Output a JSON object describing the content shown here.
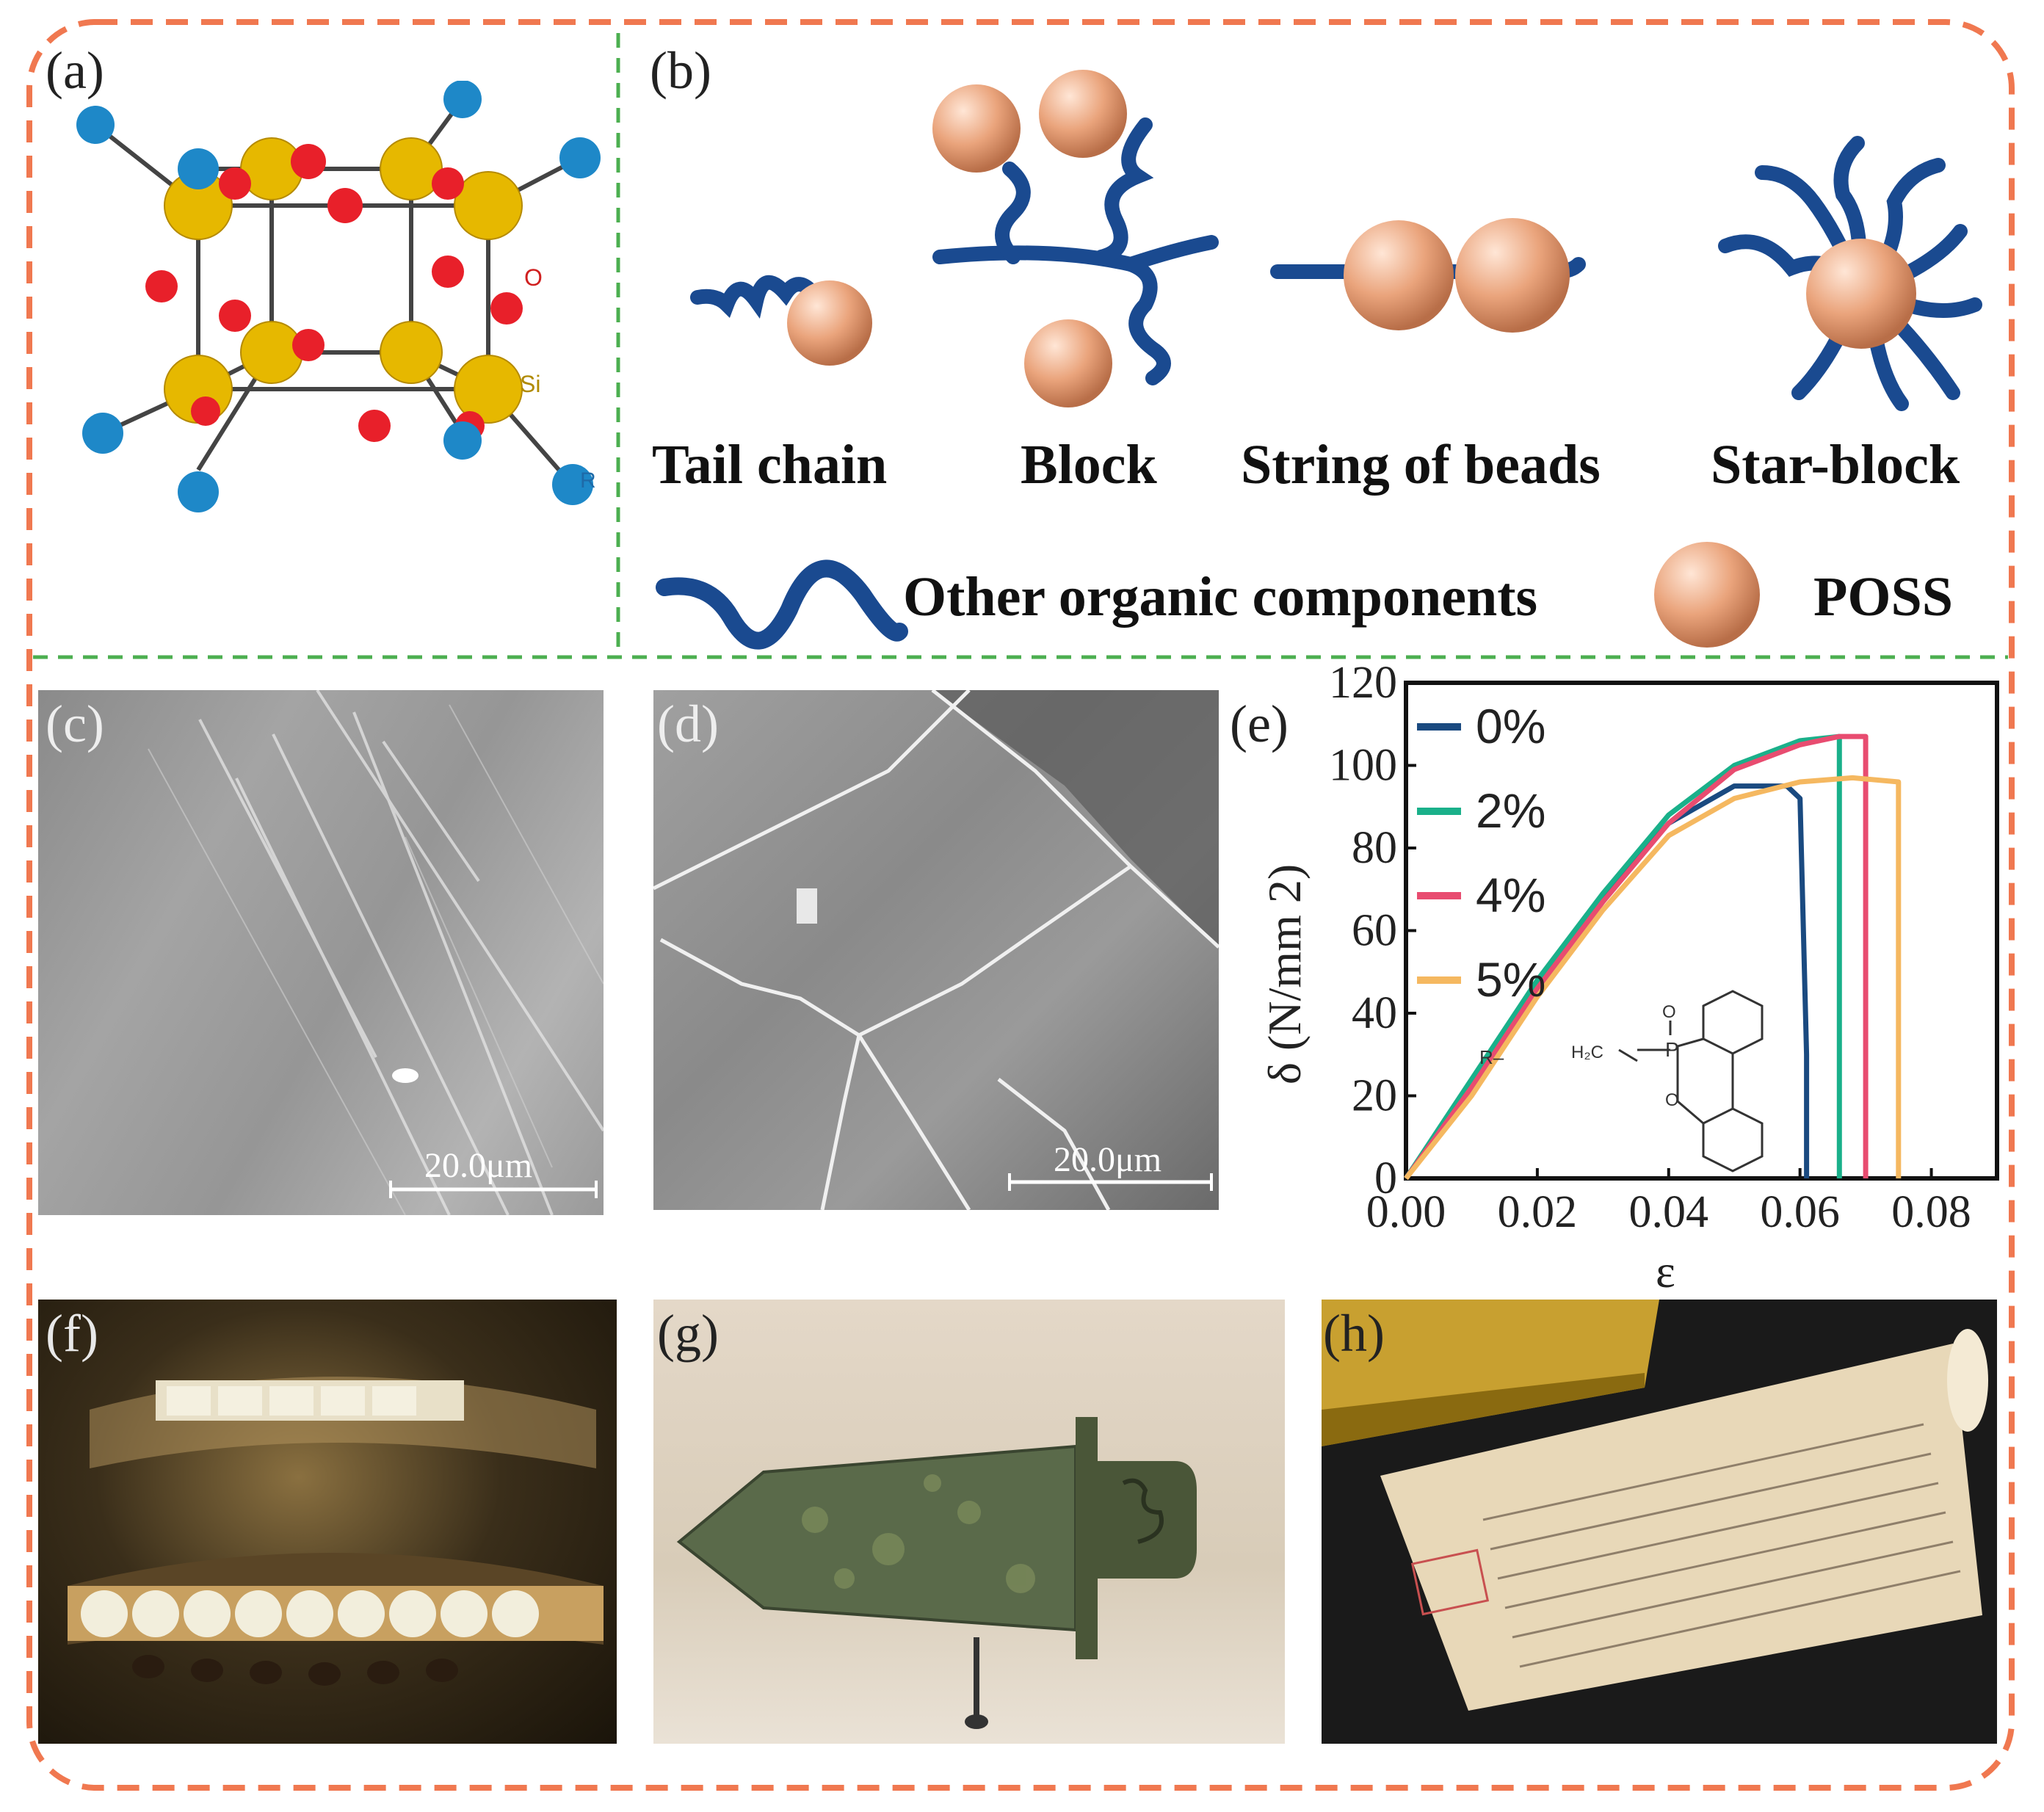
{
  "labels": {
    "a": "(a)",
    "b": "(b)",
    "c": "(c)",
    "d": "(d)",
    "e": "(e)",
    "f": "(f)",
    "g": "(g)",
    "h": "(h)"
  },
  "molecule": {
    "o": "O",
    "si": "Si",
    "r": "R"
  },
  "architectures": {
    "tail": "Tail chain",
    "block": "Block",
    "string": "String of beads",
    "star": "Star-block"
  },
  "legend": {
    "organic": "Other organic  components",
    "poss": "POSS"
  },
  "sem": {
    "scale_c": "20.0μm",
    "scale_d": "20.0μm"
  },
  "structure": {
    "r": "R–",
    "h2c": "H₂C",
    "p": "P",
    "o_top": "O",
    "o_bottom": "O"
  },
  "colors": {
    "frame": "#f07850",
    "divider": "#4caf50",
    "chain": "#1a4a90",
    "bead": "#e8a07a",
    "si": "#e6b800",
    "oxygen": "#e8202a",
    "r_group": "#1e88c8"
  },
  "chart_data": {
    "type": "line",
    "xlabel": "ε",
    "ylabel": "δ (N/mm 2)",
    "xlim": [
      0,
      0.09
    ],
    "ylim": [
      0,
      120
    ],
    "xticks": [
      "0.00",
      "0.02",
      "0.04",
      "0.06",
      "0.08"
    ],
    "xtick_values": [
      0,
      0.02,
      0.04,
      0.06,
      0.08
    ],
    "yticks": [
      "0",
      "20",
      "40",
      "60",
      "80",
      "100",
      "120"
    ],
    "ytick_values": [
      0,
      20,
      40,
      60,
      80,
      100,
      120
    ],
    "legend_position": "top-left",
    "series": [
      {
        "name": "0%",
        "color": "#1a4a80",
        "x": [
          0,
          0.01,
          0.02,
          0.03,
          0.04,
          0.05,
          0.058,
          0.06,
          0.061,
          0.061
        ],
        "y": [
          0,
          23,
          47,
          68,
          86,
          95,
          95,
          92,
          30,
          0
        ]
      },
      {
        "name": "2%",
        "color": "#1ab08a",
        "x": [
          0,
          0.01,
          0.02,
          0.03,
          0.04,
          0.05,
          0.06,
          0.066,
          0.066
        ],
        "y": [
          0,
          24,
          48,
          69,
          88,
          100,
          106,
          107,
          0
        ]
      },
      {
        "name": "4%",
        "color": "#e84c70",
        "x": [
          0,
          0.01,
          0.02,
          0.03,
          0.04,
          0.05,
          0.06,
          0.066,
          0.07,
          0.07
        ],
        "y": [
          0,
          22,
          46,
          67,
          86,
          99,
          105,
          107,
          107,
          0
        ]
      },
      {
        "name": "5%",
        "color": "#f5b860",
        "x": [
          0,
          0.01,
          0.02,
          0.03,
          0.04,
          0.05,
          0.06,
          0.068,
          0.075,
          0.075
        ],
        "y": [
          0,
          20,
          44,
          65,
          83,
          92,
          96,
          97,
          96,
          0
        ]
      }
    ]
  }
}
